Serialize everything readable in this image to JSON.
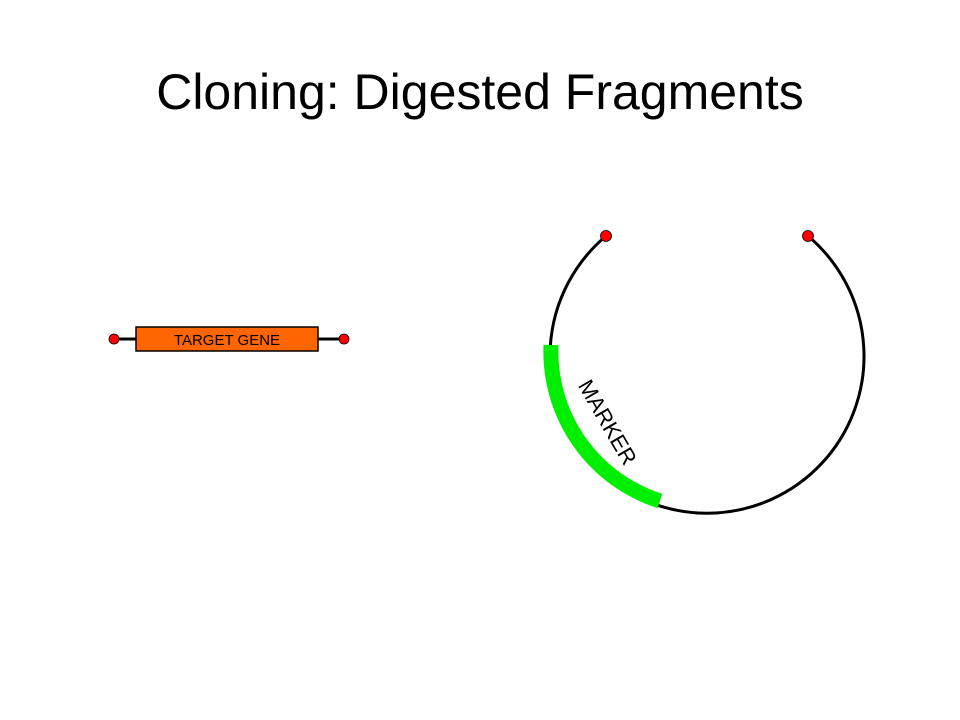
{
  "slide": {
    "title": "Cloning: Digested Fragments"
  },
  "insert_fragment": {
    "gene_label": "TARGET GENE",
    "gene_color": "#ff6600",
    "end_color": "#ff0000",
    "line_color": "#000000"
  },
  "vector_fragment": {
    "marker_label": "MARKER",
    "marker_color": "#00ee00",
    "backbone_color": "#000000",
    "end_color": "#ff0000"
  }
}
